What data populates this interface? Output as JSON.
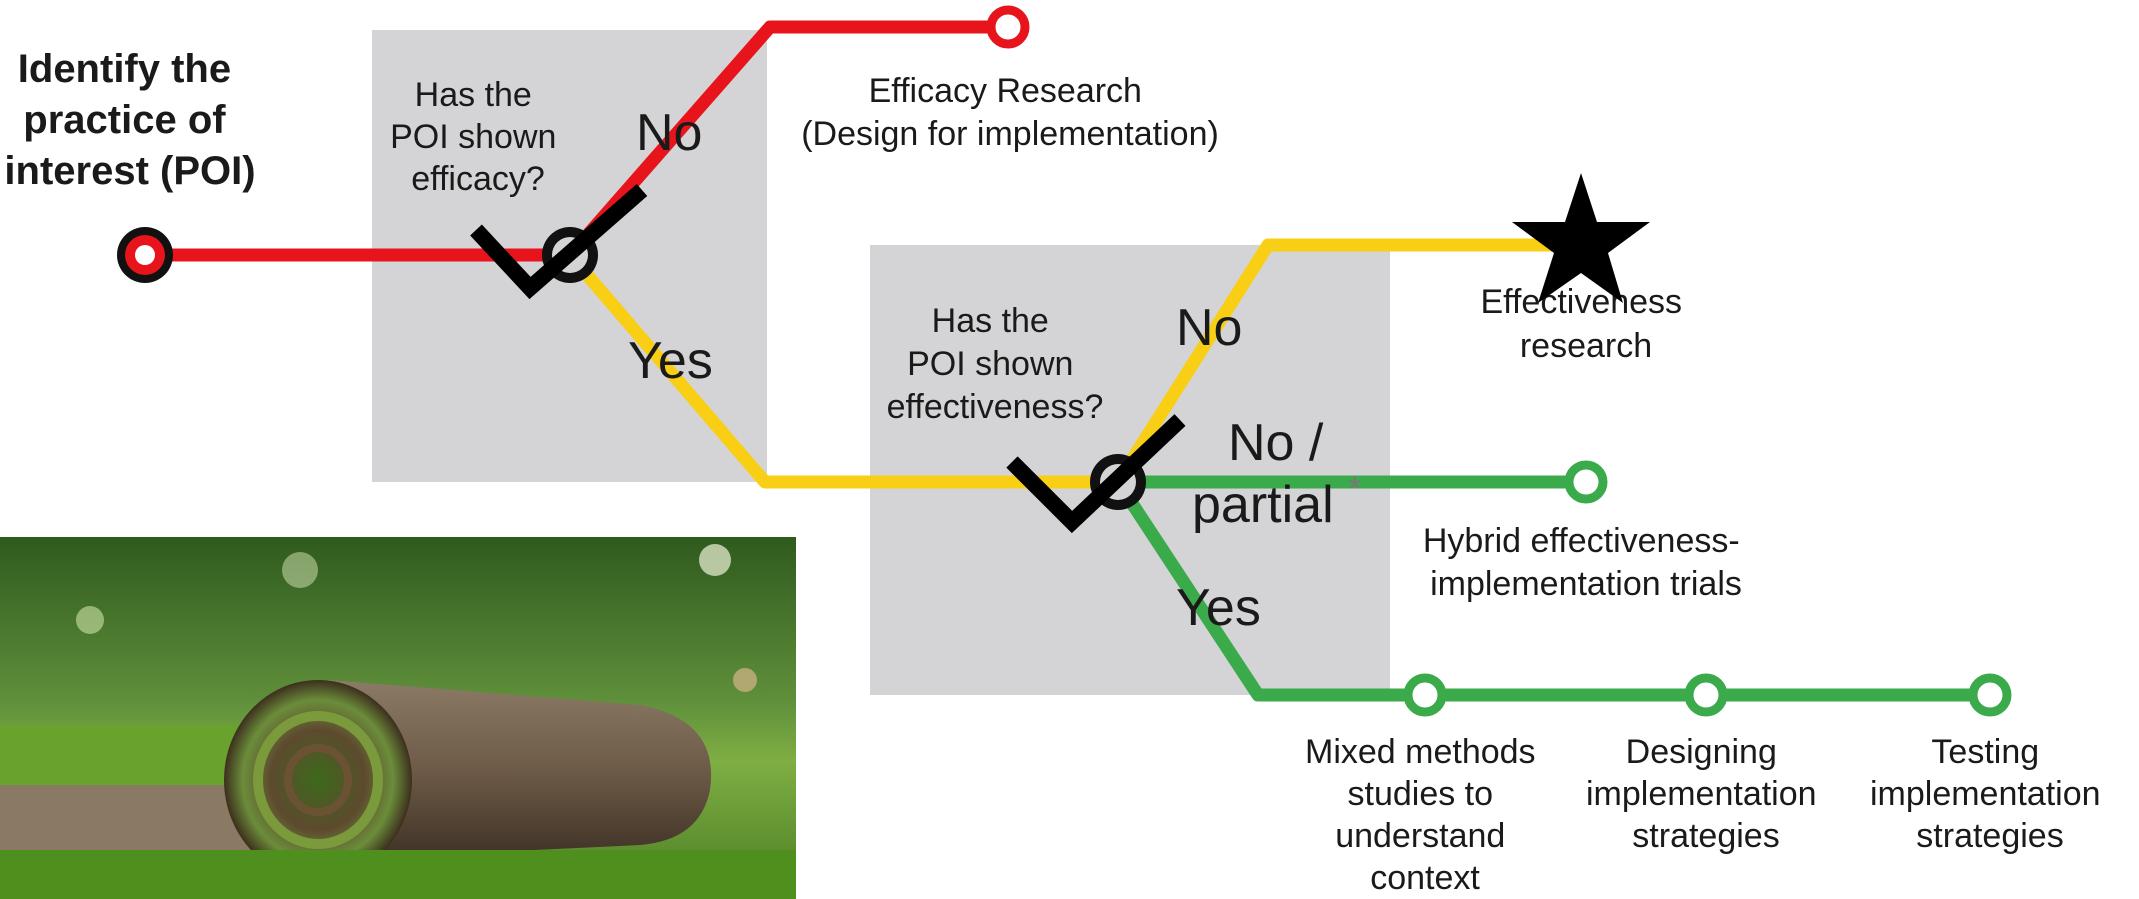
{
  "start": {
    "lines": [
      "Identify the",
      "practice of",
      "interest (POI)"
    ]
  },
  "decision1": {
    "question": [
      "Has the",
      "POI shown",
      "efficacy?"
    ],
    "no_label": "No",
    "yes_label": "Yes"
  },
  "efficacy_outcome": {
    "lines": [
      "Efficacy Research",
      "(Design for implementation)"
    ]
  },
  "decision2": {
    "question": [
      "Has the",
      "POI shown",
      "effectiveness?"
    ],
    "no_label": "No",
    "partial_label_1": "No /",
    "partial_label_2": "partial",
    "partial_marker": "*",
    "yes_label": "Yes"
  },
  "effectiveness_outcome": {
    "lines": [
      "Effectiveness",
      "research"
    ]
  },
  "hybrid_outcome": {
    "lines": [
      "Hybrid effectiveness-",
      "implementation trials"
    ]
  },
  "final_stops": [
    {
      "lines": [
        "Mixed methods",
        "studies to",
        "understand",
        "context"
      ]
    },
    {
      "lines": [
        "Designing",
        "implementation",
        "strategies"
      ]
    },
    {
      "lines": [
        "Testing",
        "implementation",
        "strategies"
      ]
    }
  ],
  "colors": {
    "red": "#e8141c",
    "yellow": "#f8cf15",
    "green": "#3aaa4a",
    "box": "#d4d4d6",
    "mark": "#000000"
  },
  "icons": [
    "checkmark-icon",
    "star-icon",
    "grass-roll-photo"
  ]
}
